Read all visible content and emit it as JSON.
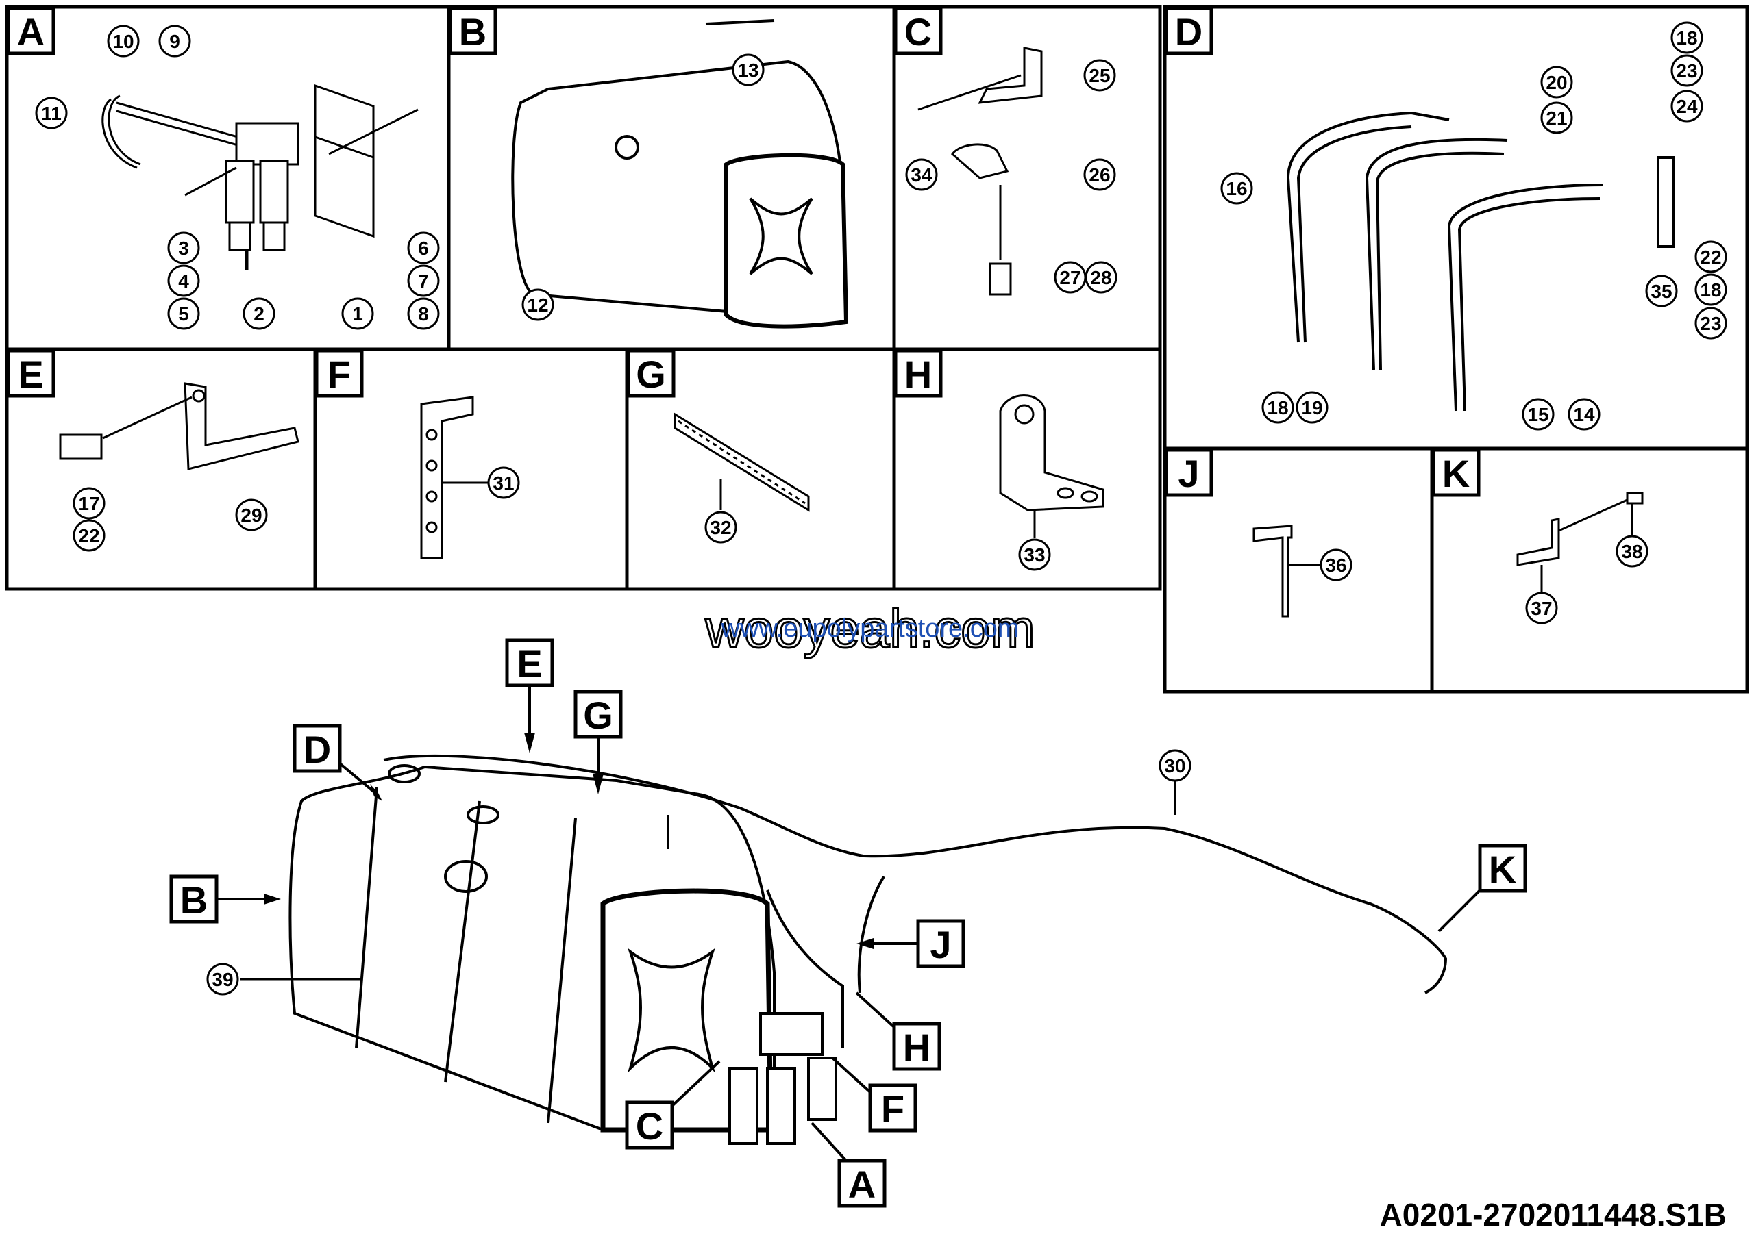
{
  "panels": [
    {
      "letter": "A",
      "parts": [
        "10",
        "9",
        "11",
        "3",
        "4",
        "5",
        "2",
        "1",
        "6",
        "7",
        "8"
      ]
    },
    {
      "letter": "B",
      "parts": [
        "13",
        "12"
      ]
    },
    {
      "letter": "C",
      "parts": [
        "25",
        "34",
        "26",
        "27",
        "28"
      ]
    },
    {
      "letter": "D",
      "parts": [
        "18",
        "23",
        "24",
        "20",
        "21",
        "16",
        "35",
        "22",
        "18",
        "23",
        "18",
        "19",
        "15",
        "14"
      ]
    },
    {
      "letter": "E",
      "parts": [
        "17",
        "22",
        "29"
      ]
    },
    {
      "letter": "F",
      "parts": [
        "31"
      ]
    },
    {
      "letter": "G",
      "parts": [
        "32"
      ]
    },
    {
      "letter": "H",
      "parts": [
        "33"
      ]
    },
    {
      "letter": "J",
      "parts": [
        "36"
      ]
    },
    {
      "letter": "K",
      "parts": [
        "38",
        "37"
      ]
    }
  ],
  "assembly_labels": [
    "E",
    "G",
    "D",
    "B",
    "J",
    "H",
    "F",
    "C",
    "A",
    "K"
  ],
  "assembly_parts": [
    "39",
    "30"
  ],
  "watermark": {
    "main": "wooyeah.com",
    "sub": "www.eupolypartstore.com"
  },
  "drawing_code": "A0201-2702011448.S1B"
}
